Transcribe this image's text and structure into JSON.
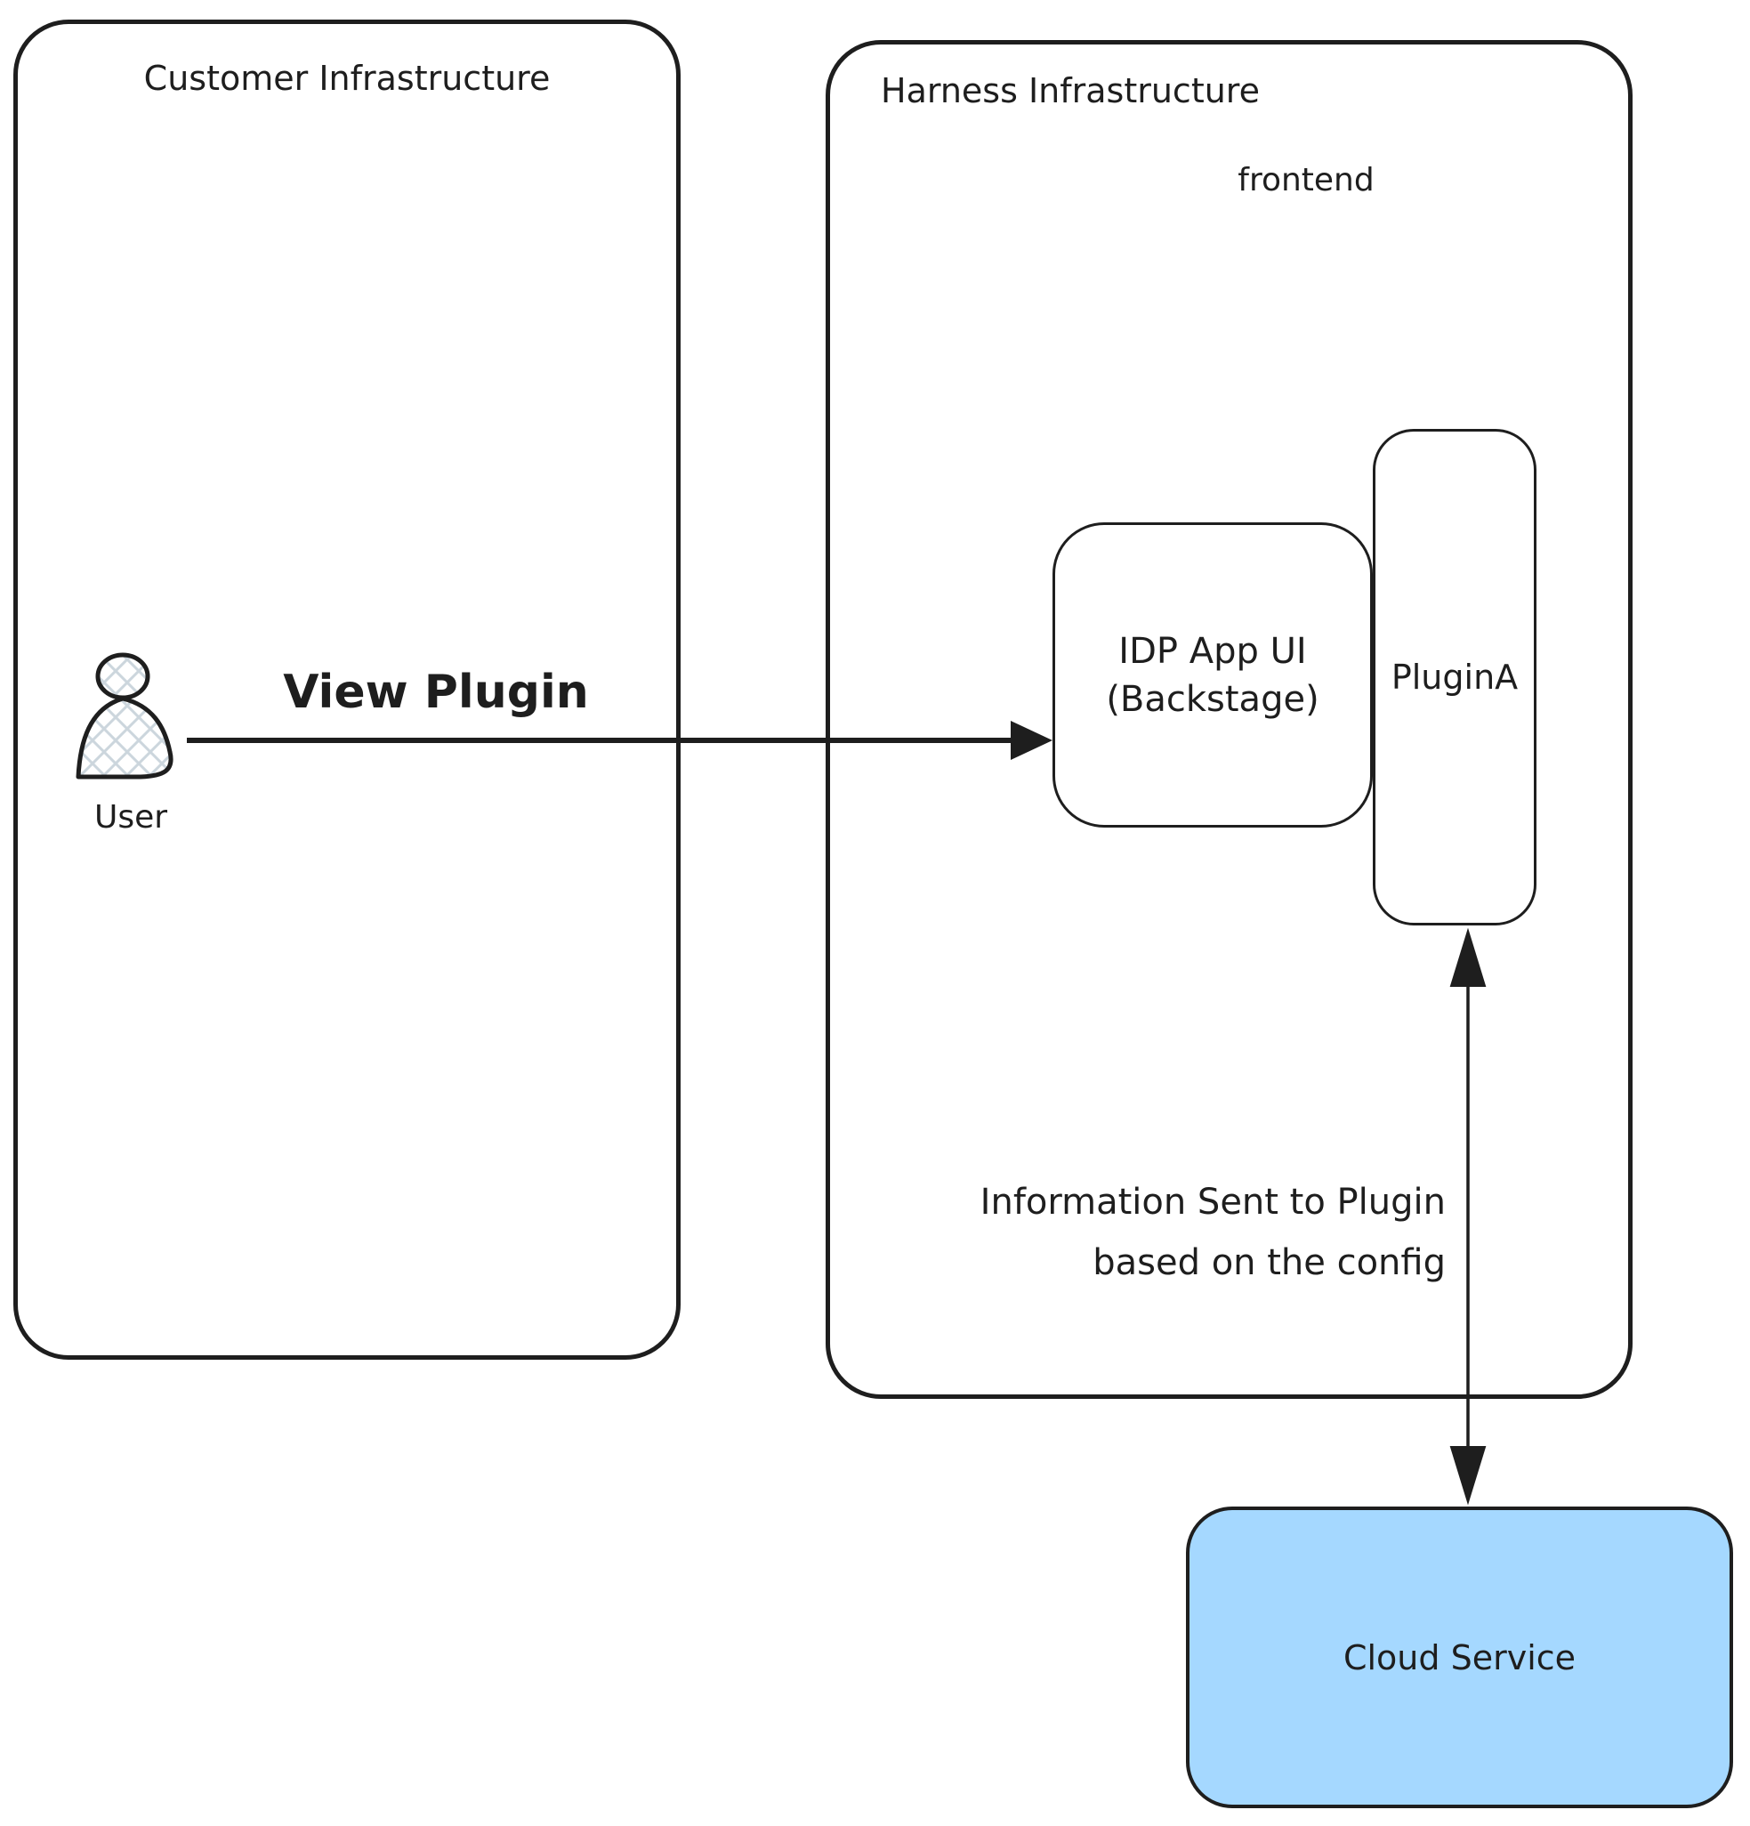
{
  "diagram": {
    "customer_box": {
      "title": "Customer Infrastructure"
    },
    "harness_box": {
      "title": "Harness Infrastructure",
      "sublabel": "frontend"
    },
    "user": {
      "label": "User"
    },
    "idp_box": {
      "label_line1": "IDP App UI",
      "label_line2": "(Backstage)"
    },
    "plugin_box": {
      "label": "PluginA"
    },
    "cloud_box": {
      "label": "Cloud Service"
    },
    "arrows": {
      "view_plugin_label": "View Plugin",
      "info_label_line1": "Information Sent to Plugin",
      "info_label_line2": "based on the config"
    },
    "colors": {
      "stroke": "#1e1e1e",
      "cloud_fill": "#a5d8ff",
      "hatch_fill": "#ccd6dd"
    }
  }
}
